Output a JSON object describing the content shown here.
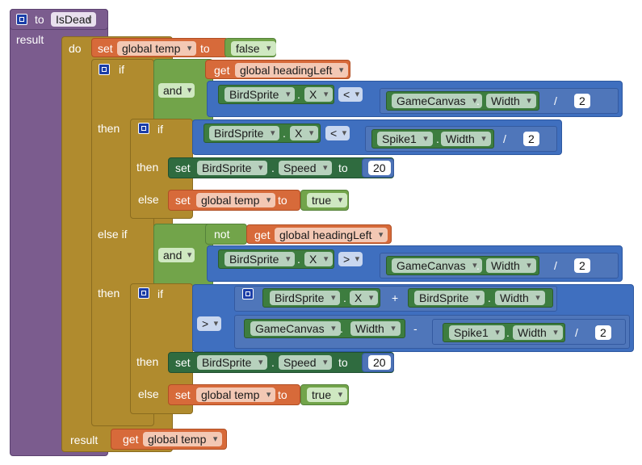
{
  "procedure": {
    "keyword": "to",
    "name": "IsDead",
    "result_label": "result"
  },
  "do_block": {
    "do_label": "do",
    "result_label": "result"
  },
  "set1": {
    "set": "set",
    "var": "global temp",
    "to": "to",
    "value": "false"
  },
  "if1": {
    "if": "if",
    "get": "get",
    "cond_var": "global headingLeft",
    "and": "and",
    "sprite": "BirdSprite",
    "dot": ".",
    "prop_x": "X",
    "op": "<",
    "canvas": "GameCanvas",
    "prop_w": "Width",
    "div": "/",
    "two": "2"
  },
  "then1": {
    "then": "then",
    "if": "if",
    "sprite": "BirdSprite",
    "dot": ".",
    "prop_x": "X",
    "op": "<",
    "spike": "Spike1",
    "prop_w": "Width",
    "div": "/",
    "two": "2",
    "then2": "then",
    "set": "set",
    "sprite2": "BirdSprite",
    "speed": "Speed",
    "to": "to",
    "speed_val": "20",
    "else": "else",
    "set_else": "set",
    "var": "global temp",
    "to2": "to",
    "true_val": "true"
  },
  "elseif": {
    "elseif": "else if",
    "and": "and",
    "not": "not",
    "get": "get",
    "cond_var": "global headingLeft",
    "sprite": "BirdSprite",
    "dot": ".",
    "prop_x": "X",
    "op": ">",
    "canvas": "GameCanvas",
    "prop_w": "Width",
    "div": "/",
    "two": "2"
  },
  "then3": {
    "then": "then",
    "if": "if",
    "op": ">",
    "sprite": "BirdSprite",
    "dot": ".",
    "prop_x": "X",
    "plus": "+",
    "sprite2": "BirdSprite",
    "prop_w": "Width",
    "canvas": "GameCanvas",
    "minus": "-",
    "spike": "Spike1",
    "div": "/",
    "two": "2",
    "then2": "then",
    "set": "set",
    "sprite3": "BirdSprite",
    "speed": "Speed",
    "to": "to",
    "speed_val": "20",
    "else": "else",
    "set_else": "set",
    "var": "global temp",
    "to2": "to",
    "true_val": "true"
  },
  "result_get": {
    "get": "get",
    "var": "global temp"
  }
}
